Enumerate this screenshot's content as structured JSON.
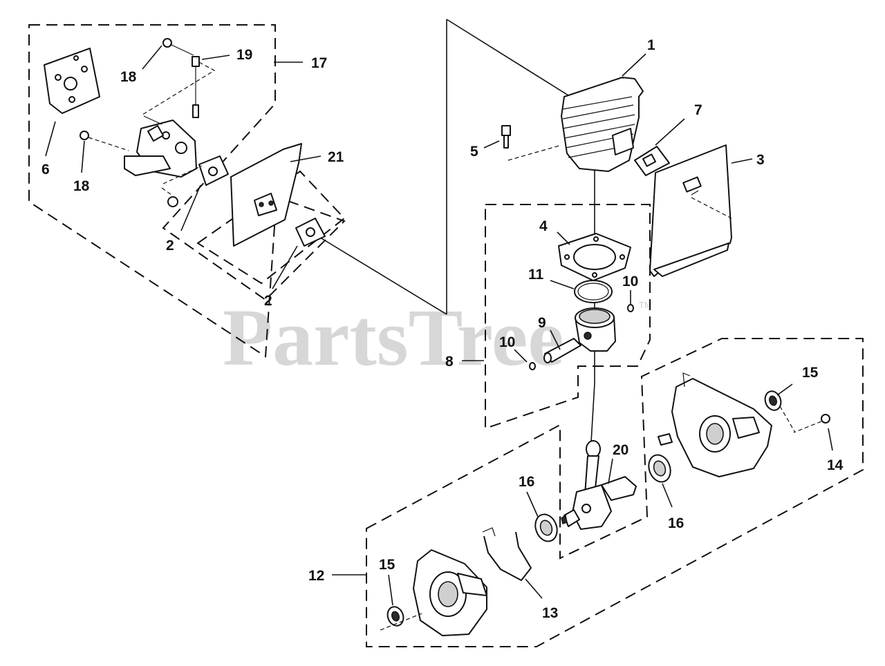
{
  "watermark": {
    "text": "PartsTree",
    "trademark": "TM"
  },
  "callouts": {
    "c1": "1",
    "c2a": "2",
    "c2b": "2",
    "c3": "3",
    "c4": "4",
    "c5": "5",
    "c6": "6",
    "c7": "7",
    "c8": "8",
    "c9": "9",
    "c10a": "10",
    "c10b": "10",
    "c11": "11",
    "c12": "12",
    "c13": "13",
    "c14": "14",
    "c15a": "15",
    "c15b": "15",
    "c16a": "16",
    "c16b": "16",
    "c17": "17",
    "c18a": "18",
    "c18b": "18",
    "c19": "19",
    "c20": "20",
    "c21": "21"
  }
}
